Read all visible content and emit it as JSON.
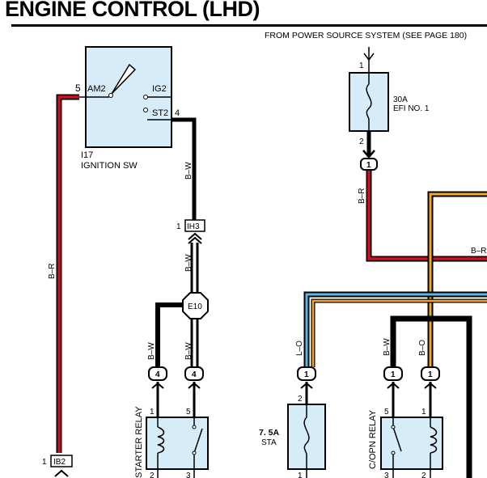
{
  "title": "ENGINE CONTROL (LHD)",
  "source_note": "FROM POWER SOURCE SYSTEM (SEE PAGE 180)",
  "colors": {
    "red": "#cc1020",
    "orange": "#f5a81c",
    "blue": "#5cb8e8",
    "black": "#000000",
    "box_fill": "#d6ecf8"
  },
  "ignition_switch": {
    "code": "I17",
    "name": "IGNITION SW",
    "terminals": {
      "am2": "AM2",
      "ig2": "IG2",
      "st2": "ST2"
    },
    "pins": {
      "am2": "5",
      "st2": "4"
    }
  },
  "efi_fuse": {
    "rating": "30A",
    "name": "EFI NO. 1",
    "pin_top": "1",
    "pin_bottom": "2"
  },
  "sta_fuse": {
    "rating": "7. 5A",
    "name": "STA",
    "pin_top": "2",
    "pin_bottom": "1"
  },
  "starter_relay": {
    "name": "STARTER RELAY",
    "pins": {
      "tl": "1",
      "tr": "5",
      "bl": "2",
      "br": "3"
    }
  },
  "copn_relay": {
    "name": "C/OPN RELAY",
    "pins": {
      "tl": "5",
      "tr": "1",
      "bl": "3",
      "br": "2"
    }
  },
  "connectors": {
    "ih3": {
      "name": "IH3",
      "pin": "1"
    },
    "ib2": {
      "name": "IB2",
      "pin": "1"
    },
    "e10": {
      "name": "E10"
    },
    "efi_out": "1",
    "starter_pin1": "4",
    "starter_pin5": "4",
    "sta_in": "1",
    "copn_pin5": "1",
    "copn_pin1": "1"
  },
  "wires": {
    "br_left": "B–R",
    "bw_st2": "B–W",
    "bw_ih3": "B–W",
    "br_efi": "B–R",
    "br_right": "B–R",
    "bw_starter1": "B–W",
    "bw_starter5": "B–W",
    "lo_sta": "L–O",
    "bw_copn": "B–W",
    "bo_copn": "B–O"
  }
}
